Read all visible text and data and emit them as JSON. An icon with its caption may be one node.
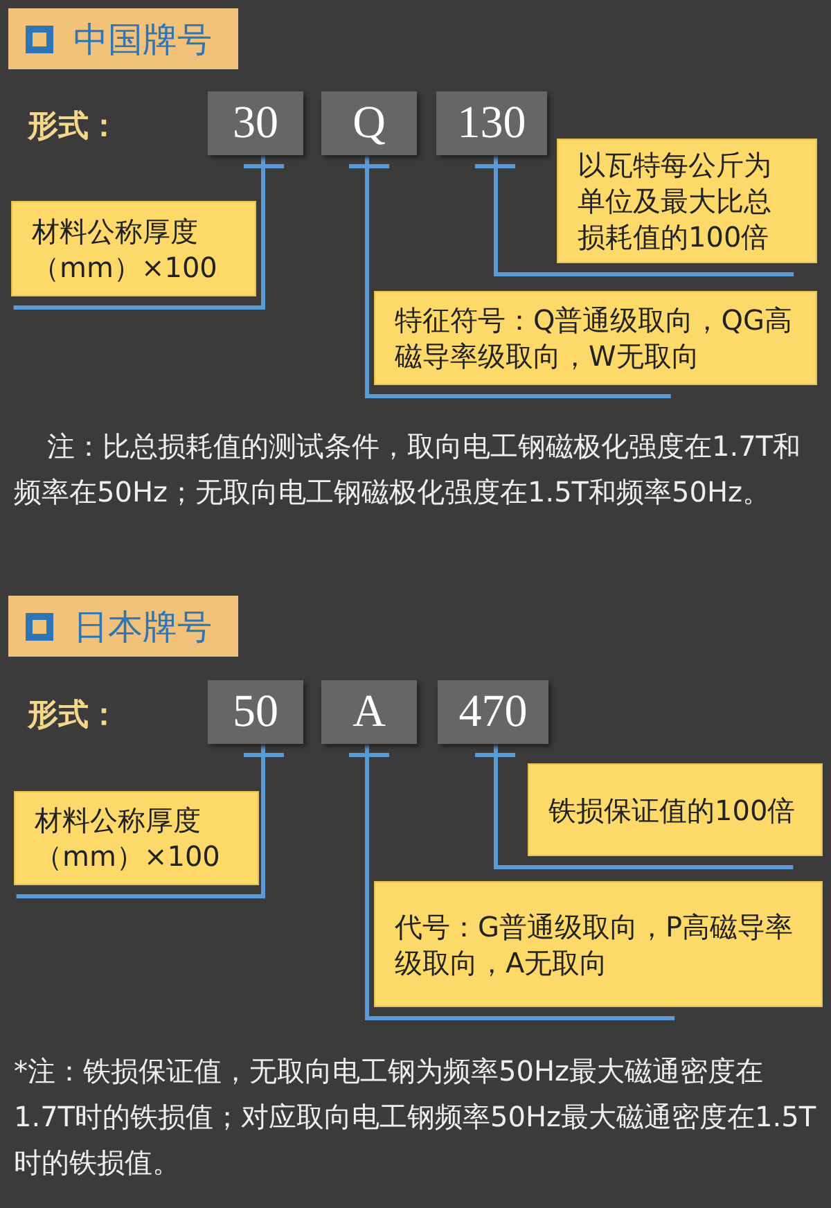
{
  "diagram": {
    "nodes": [
      {
        "text": [
          "中国牌号"
        ]
      },
      {
        "text": [
          "30"
        ]
      },
      {
        "text": [
          "Q"
        ]
      },
      {
        "text": [
          "130"
        ]
      },
      {
        "text": [
          "以瓦特每公斤为单位及最大比总损耗值的100倍"
        ]
      },
      {
        "text": [
          "材料公称厚度（mm）×100"
        ]
      },
      {
        "text": [
          "特征符号：Q普通级取向，QG高磁导率级取向，W无取向"
        ]
      },
      {
        "text": [
          "日本牌号"
        ]
      },
      {
        "text": [
          "50"
        ]
      },
      {
        "text": [
          "A"
        ]
      },
      {
        "text": [
          "470"
        ]
      },
      {
        "text": [
          "铁损保证值的100倍"
        ]
      },
      {
        "text": [
          "材料公称厚度（mm）×100"
        ]
      },
      {
        "text": [
          "代号：G普通级取向，P高磁导率级取向，A无取向"
        ]
      }
    ],
    "edges": [
      {
        "from": 1,
        "to": 5,
        "arrow": "none"
      },
      {
        "from": 2,
        "to": 6,
        "arrow": "none"
      },
      {
        "from": 3,
        "to": 4,
        "arrow": "none"
      },
      {
        "from": 8,
        "to": 12,
        "arrow": "none"
      },
      {
        "from": 9,
        "to": 13,
        "arrow": "none"
      },
      {
        "from": 10,
        "to": 11,
        "arrow": "none"
      }
    ],
    "labels": [
      "形式：",
      "注：比总损耗值的测试条件，取向电工钢磁极化强度在1.7T和频率在50Hz；无取向电工钢磁极化强度在1.5T和频率50Hz。",
      "形式：",
      "*注：铁损保证值，无取向电工钢为频率50Hz最大磁通密度在1.7T时的铁损值；对应取向电工钢频率50Hz最大磁通密度在1.5T时的铁损值。"
    ]
  }
}
